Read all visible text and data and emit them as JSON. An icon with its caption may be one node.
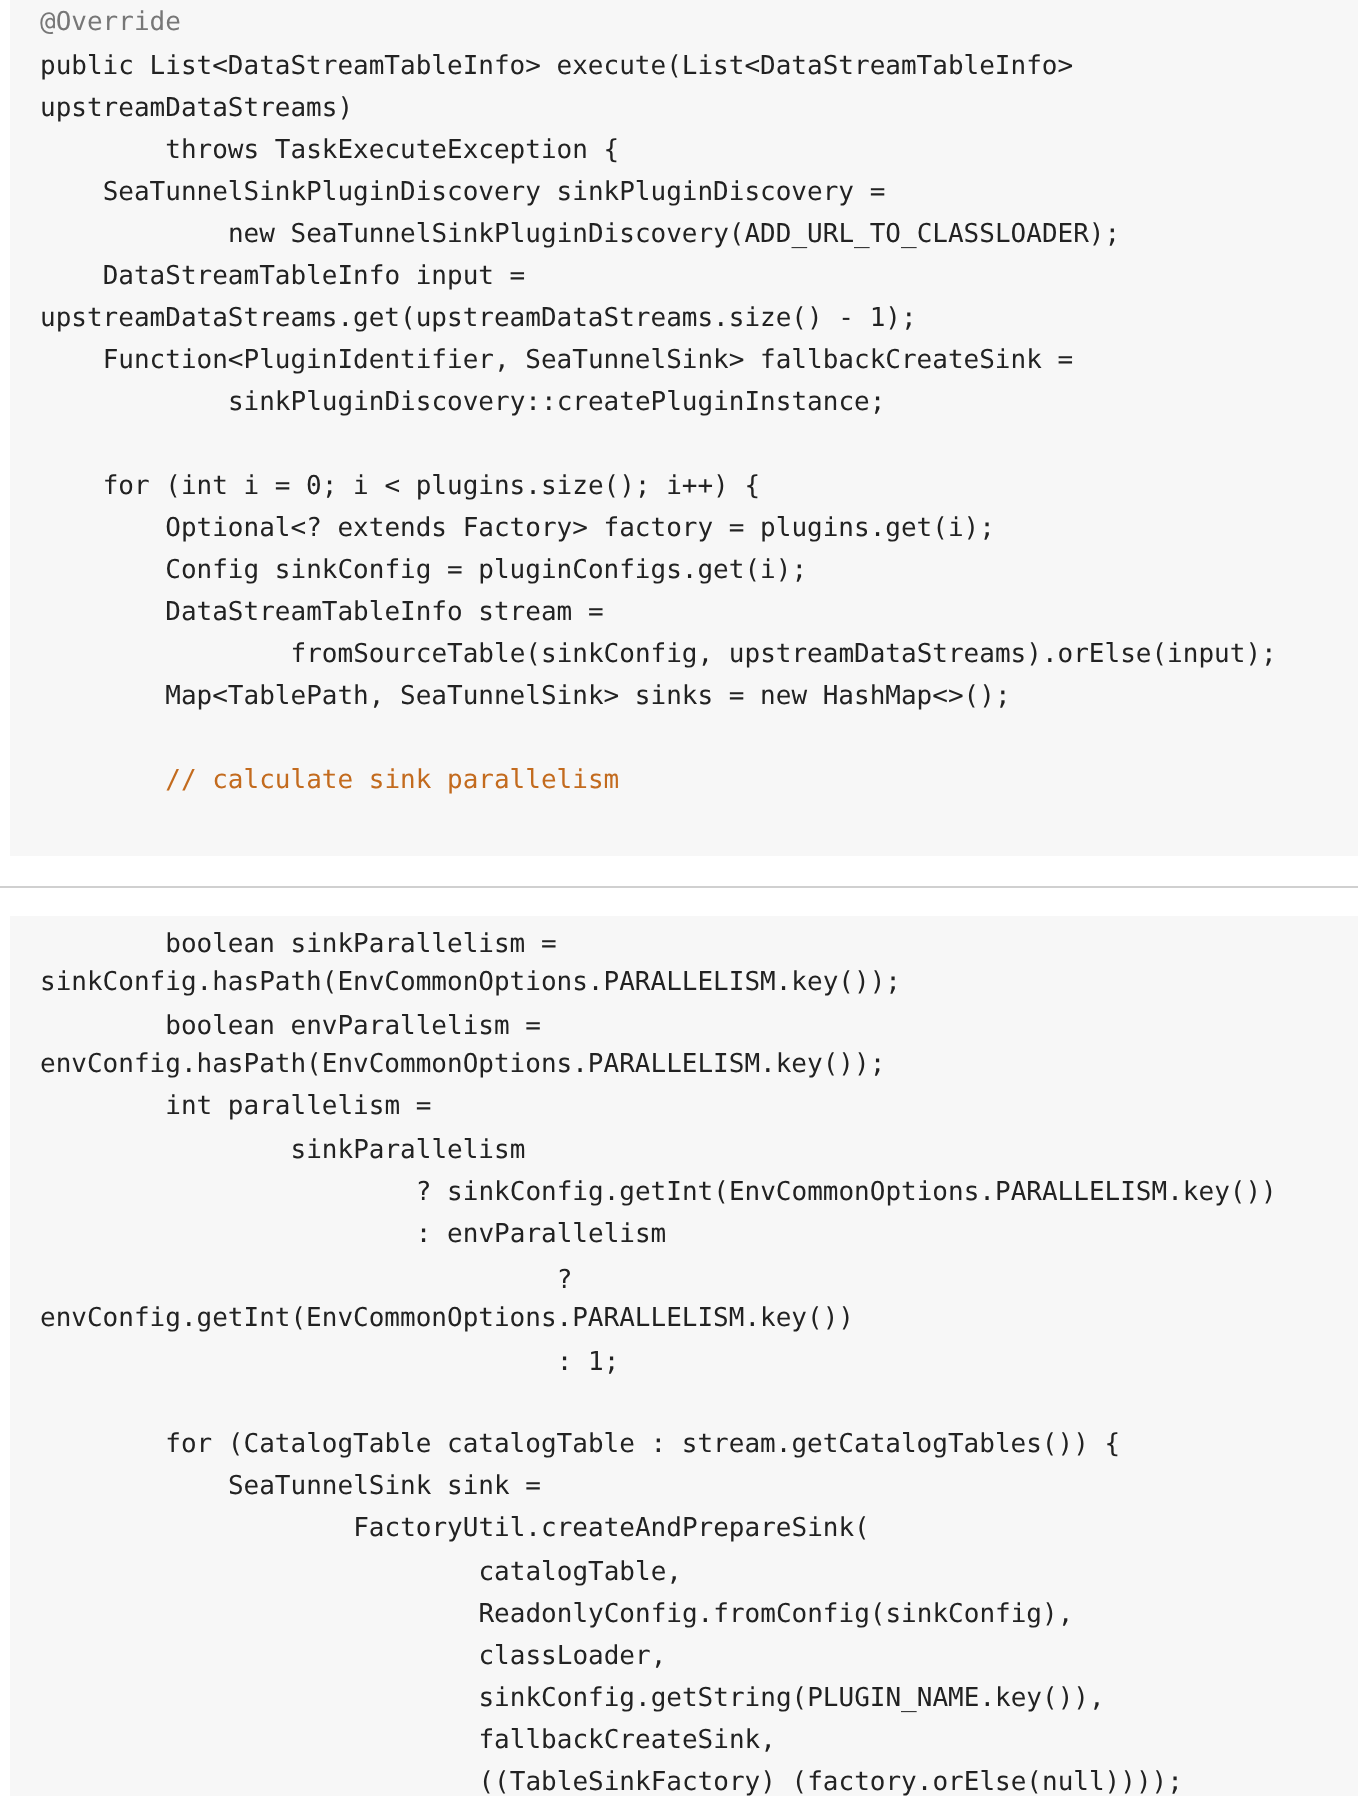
{
  "diagram": {
    "labels": [
      "@Override",
      "public List<DataStreamTableInfo> execute(List<DataStreamTableInfo>",
      "upstreamDataStreams)",
      "throws TaskExecuteException {",
      "SeaTunnelSinkPluginDiscovery sinkPluginDiscovery =",
      "new SeaTunnelSinkPluginDiscovery(ADD_URL_TO_CLASSLOADER);",
      "DataStreamTableInfo input =",
      "upstreamDataStreams.get(upstreamDataStreams.size() - 1);",
      "Function<PluginIdentifier, SeaTunnelSink> fallbackCreateSink =",
      "sinkPluginDiscovery::createPluginInstance;",
      "for (int i = 0; i < plugins.size(); i++) {",
      "Optional<? extends Factory> factory = plugins.get(i);",
      "Config sinkConfig = pluginConfigs.get(i);",
      "DataStreamTableInfo stream =",
      "fromSourceTable(sinkConfig, upstreamDataStreams).orElse(input);",
      "Map<TablePath, SeaTunnelSink> sinks = new HashMap<>();",
      "// calculate sink parallelism",
      "boolean sinkParallelism =",
      "sinkConfig.hasPath(EnvCommonOptions.PARALLELISM.key());",
      "boolean envParallelism =",
      "envConfig.hasPath(EnvCommonOptions.PARALLELISM.key());",
      "int parallelism =",
      "sinkParallelism",
      "? sinkConfig.getInt(EnvCommonOptions.PARALLELISM.key())",
      ": envParallelism",
      "?",
      "envConfig.getInt(EnvCommonOptions.PARALLELISM.key())",
      ": 1;",
      "for (CatalogTable catalogTable : stream.getCatalogTables()) {",
      "SeaTunnelSink sink =",
      "FactoryUtil.createAndPrepareSink(",
      "catalogTable,",
      "ReadonlyConfig.fromConfig(sinkConfig),",
      "classLoader,",
      "sinkConfig.getString(PLUGIN_NAME.key()),",
      "fallbackCreateSink,",
      "((TableSinkFactory) (factory.orElse(null))));"
    ]
  }
}
